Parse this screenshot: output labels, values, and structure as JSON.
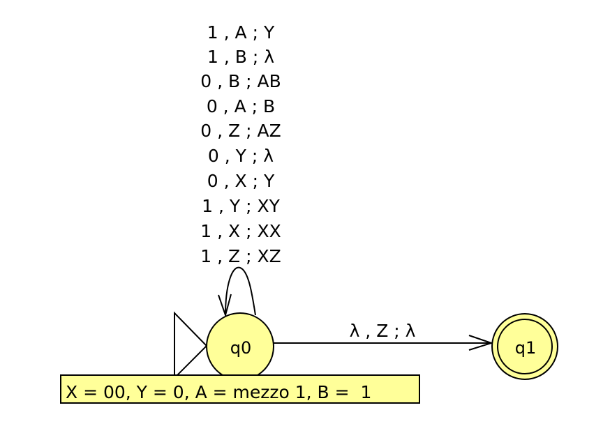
{
  "automaton": {
    "states": [
      {
        "id": "q0",
        "label": "q0",
        "initial": true,
        "final": false
      },
      {
        "id": "q1",
        "label": "q1",
        "initial": false,
        "final": true
      }
    ],
    "transitions": [
      {
        "from": "q0",
        "to": "q0",
        "labels": [
          "1 , A ; Y",
          "1 , B ; λ",
          "0 , B ; AB",
          "0 , A ; B",
          "0 , Z ; AZ",
          "0 , Y ; λ",
          "0 , X ; Y",
          "1 , Y ; XY",
          "1 , X ; XX",
          "1 , Z ; XZ"
        ]
      },
      {
        "from": "q0",
        "to": "q1",
        "labels": [
          "λ , Z ; λ"
        ]
      }
    ],
    "note": "X = 00, Y = 0, A = mezzo 1, B =  1"
  },
  "colors": {
    "state_fill": "#ffff99",
    "note_fill": "#ffff99",
    "stroke": "#000000",
    "background": "#ffffff"
  }
}
